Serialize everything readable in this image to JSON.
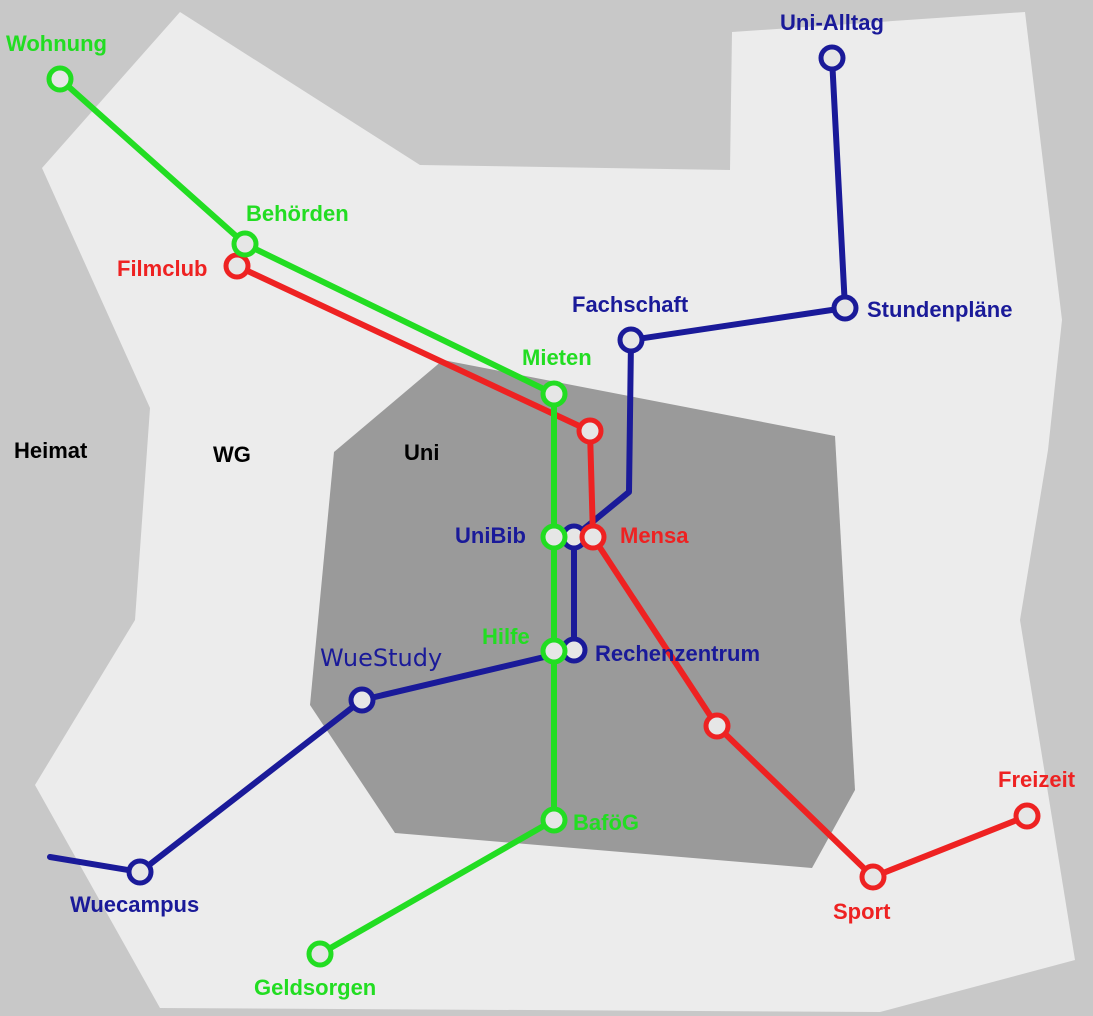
{
  "colors": {
    "background": "#c8c8c8",
    "wg_zone": "#ececec",
    "uni_zone": "#9a9a9a",
    "green_line": "#22dd22",
    "red_line": "#ee2222",
    "blue_line": "#1a1a99",
    "station_fill": "#e6e6e6"
  },
  "zones": {
    "heimat": "Heimat",
    "wg": "WG",
    "uni": "Uni"
  },
  "stations": {
    "wohnung": "Wohnung",
    "behoerden": "Behörden",
    "filmclub": "Filmclub",
    "mieten": "Mieten",
    "fachschaft": "Fachschaft",
    "stundenplaene": "Stundenpläne",
    "uni_alltag": "Uni-Alltag",
    "unibib": "UniBib",
    "mensa": "Mensa",
    "hilfe": "Hilfe",
    "rechenzentrum": "Rechenzentrum",
    "wuestudy": "WueStudy",
    "wuecampus": "Wuecampus",
    "bafoeg": "BaföG",
    "geldsorgen": "Geldsorgen",
    "sport": "Sport",
    "freizeit": "Freizeit"
  }
}
